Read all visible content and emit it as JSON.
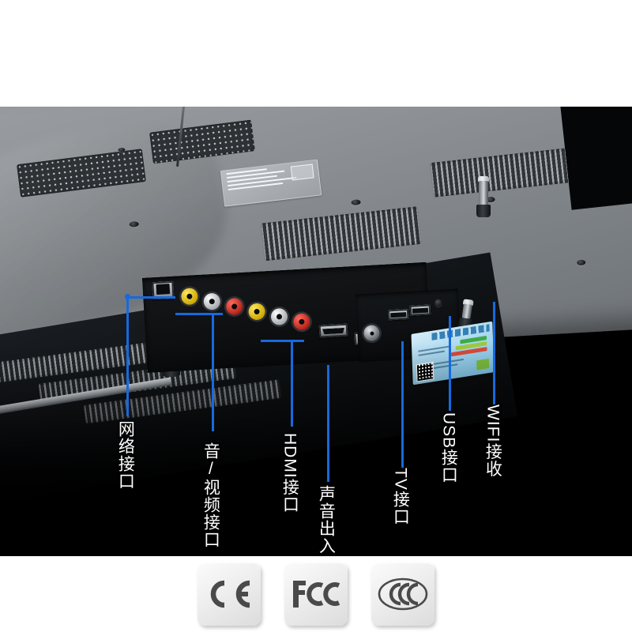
{
  "page": {
    "background_color": "#ffffff",
    "type": "product-photo-with-callouts"
  },
  "photo": {
    "subject": "tv-back-panel",
    "description": "Rear view of a flat-screen television showing the connector bay",
    "shell_color": "#8c9094",
    "io_bay_color": "#0d0f11",
    "backdrop_color": "#000000"
  },
  "callouts": {
    "line_color": "#1769de",
    "label_color": "#ffffff",
    "items": [
      {
        "id": "network",
        "label": "网络接口",
        "port": "rj45-port",
        "orientation": "upright"
      },
      {
        "id": "av",
        "label": "音/视频接口",
        "port": "rca-jacks",
        "orientation": "upright"
      },
      {
        "id": "hdmi",
        "label": "HDMI接口",
        "port": "hdmi-ports",
        "orientation": "mixed"
      },
      {
        "id": "audio",
        "label": "声音出入",
        "port": "audio-jack",
        "orientation": "upright"
      },
      {
        "id": "tv",
        "label": "TV接口",
        "port": "coax-port",
        "orientation": "mixed"
      },
      {
        "id": "usb",
        "label": "USB接口",
        "port": "usb-ports",
        "orientation": "mixed"
      },
      {
        "id": "wifi",
        "label": "WIFI接收",
        "port": "wifi-antenna",
        "orientation": "mixed"
      }
    ]
  },
  "ports": {
    "rca": [
      {
        "name": "video-in-yellow",
        "color": "#e8c800"
      },
      {
        "name": "audio-left-white",
        "color": "#dfe3e6"
      },
      {
        "name": "audio-right-red",
        "color": "#cc2418"
      },
      {
        "name": "video-out-yellow",
        "color": "#e8c800"
      },
      {
        "name": "audio-out-white",
        "color": "#dfe3e6"
      },
      {
        "name": "audio-out-red",
        "color": "#cc2418"
      }
    ],
    "audio_out_color": "#e07a18",
    "hdmi_count": 2,
    "usb_count": 2
  },
  "energy_label": {
    "background_color": "#a9d8ef",
    "bars": [
      {
        "color": "#3faa46"
      },
      {
        "color": "#9fc93c"
      },
      {
        "color": "#d94b3a"
      }
    ],
    "has_qr_code": true
  },
  "certifications": [
    {
      "id": "ce",
      "name": "CE",
      "title": "CE marking"
    },
    {
      "id": "fcc",
      "name": "FCC",
      "title": "FCC mark"
    },
    {
      "id": "ccc",
      "name": "CCC",
      "title": "China Compulsory Certificate"
    }
  ]
}
